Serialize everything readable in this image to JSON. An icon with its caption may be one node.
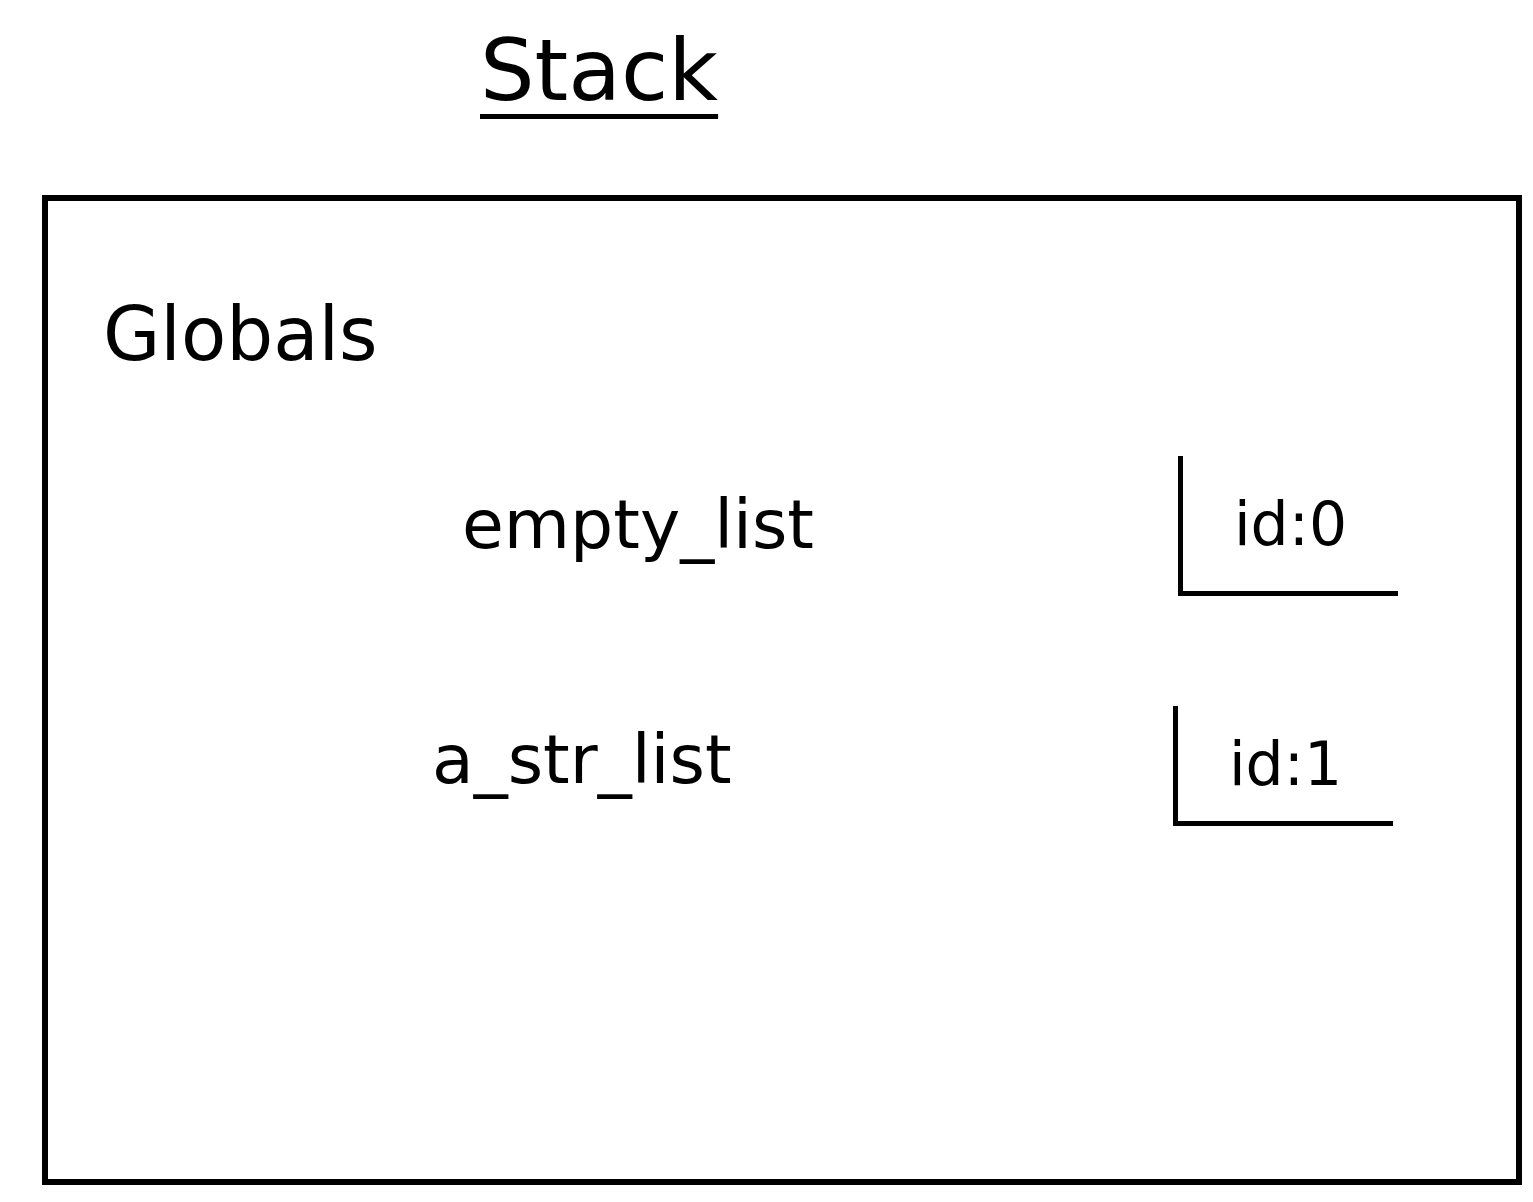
{
  "diagram": {
    "title": "Stack",
    "nodes": [
      {
        "text": [
          "Globals"
        ]
      },
      {
        "text": [
          "id:0"
        ],
        "in": 0
      },
      {
        "text": [
          "id:1"
        ],
        "in": 0
      }
    ],
    "labels": [
      "empty_list",
      "a_str_list"
    ]
  }
}
